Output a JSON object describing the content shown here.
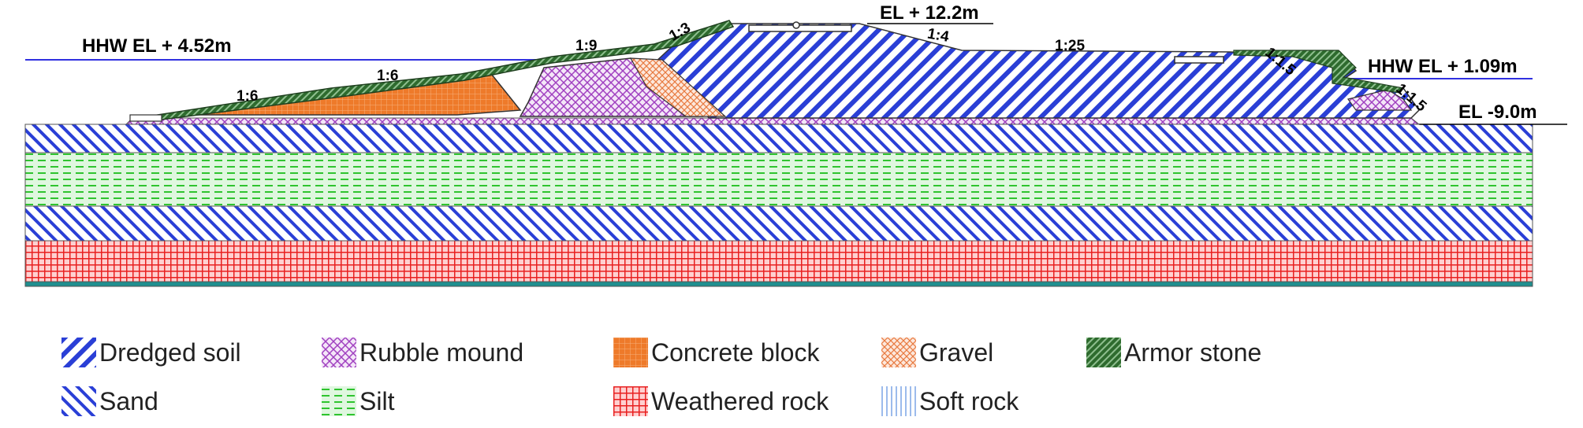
{
  "annotations": {
    "hhw_left": "HHW EL + 4.52m",
    "hhw_right": "HHW EL + 1.09m",
    "crest_el": "EL + 12.2m",
    "toe_el": "EL -9.0m"
  },
  "slopes": {
    "s1": "1:6",
    "s2": "1:6",
    "s3": "1:9",
    "s4": "1:3",
    "s5": "1:4",
    "s6": "1:25",
    "s7": "1:1.5",
    "s8": "1:1.5"
  },
  "legend": [
    {
      "id": "dredged",
      "label": "Dredged soil"
    },
    {
      "id": "rubble",
      "label": "Rubble mound"
    },
    {
      "id": "concrete",
      "label": "Concrete block"
    },
    {
      "id": "gravel",
      "label": "Gravel"
    },
    {
      "id": "armor",
      "label": "Armor stone"
    },
    {
      "id": "sand",
      "label": "Sand"
    },
    {
      "id": "silt",
      "label": "Silt"
    },
    {
      "id": "weathered",
      "label": "Weathered rock"
    },
    {
      "id": "softrock",
      "label": "Soft rock"
    }
  ],
  "colors": {
    "dredged": "#2a3fd6",
    "sand": "#2a3fd6",
    "rubble": "#a040c0",
    "concrete": "#ee7a2a",
    "gravel": "#e87a40",
    "armor": "#2e6b2e",
    "silt": "#3ecf3e",
    "weathered": "#e82020",
    "softrock": "#5a8ee0",
    "water": "#3030e0"
  }
}
